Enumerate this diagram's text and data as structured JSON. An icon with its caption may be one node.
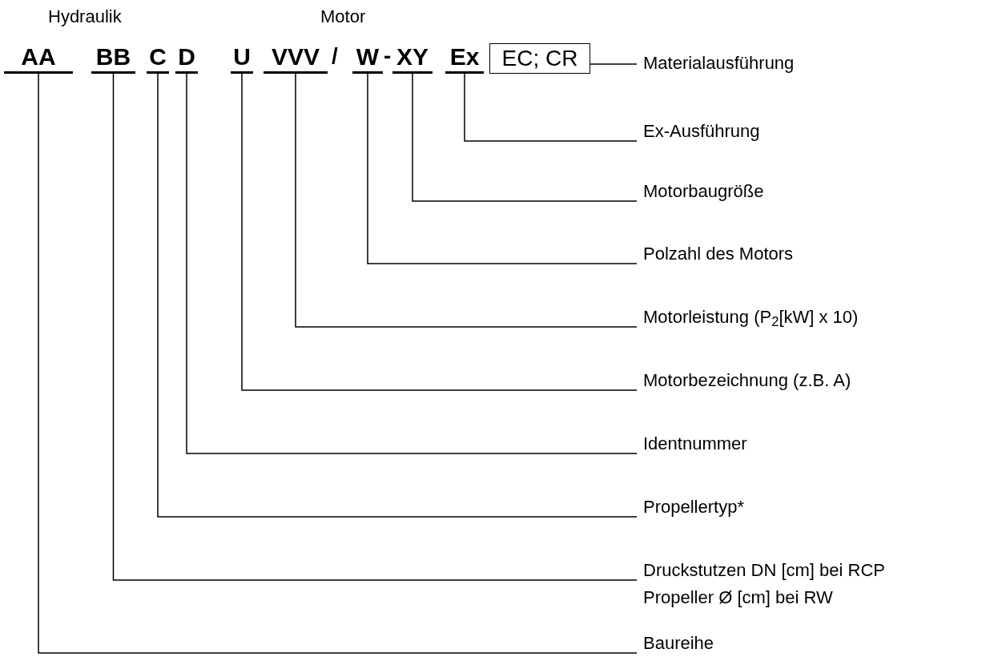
{
  "diagram": {
    "nodes": [
      {
        "text": [
          "AA"
        ]
      },
      {
        "text": [
          "BB"
        ]
      },
      {
        "text": [
          "C"
        ]
      },
      {
        "text": [
          "D"
        ]
      },
      {
        "text": [
          "U"
        ]
      },
      {
        "text": [
          "VVV"
        ]
      },
      {
        "text": [
          "W"
        ]
      },
      {
        "text": [
          "XY"
        ]
      },
      {
        "text": [
          "Ex"
        ]
      },
      {
        "text": [
          "EC; CR"
        ]
      },
      {
        "text": [
          "Materialausführung"
        ]
      },
      {
        "text": [
          "Ex-Ausführung"
        ]
      },
      {
        "text": [
          "Motorbaugröße"
        ]
      },
      {
        "text": [
          "Polzahl des Motors"
        ]
      },
      {
        "text": [
          "Motorleistung (P$_{2}$[kW] x 10)"
        ]
      },
      {
        "text": [
          "Motorbezeichnung (z.B. A)"
        ]
      },
      {
        "text": [
          "Identnummer"
        ]
      },
      {
        "text": [
          "Propellertyp*"
        ]
      },
      {
        "text": [
          "Druckstutzen DN [cm] bei RCP",
          "Propeller Ø [cm] bei RW"
        ]
      },
      {
        "text": [
          "Baureihe"
        ]
      }
    ],
    "edges": [
      {
        "from": 9,
        "to": 10,
        "arrow": "none"
      },
      {
        "from": 8,
        "to": 11,
        "arrow": "none"
      },
      {
        "from": 7,
        "to": 12,
        "arrow": "none"
      },
      {
        "from": 6,
        "to": 13,
        "arrow": "none"
      },
      {
        "from": 5,
        "to": 14,
        "arrow": "none"
      },
      {
        "from": 4,
        "to": 15,
        "arrow": "none"
      },
      {
        "from": 3,
        "to": 16,
        "arrow": "none"
      },
      {
        "from": 2,
        "to": 17,
        "arrow": "none"
      },
      {
        "from": 1,
        "to": 18,
        "arrow": "none"
      },
      {
        "from": 0,
        "to": 19,
        "arrow": "none"
      }
    ],
    "labels": [
      "Hydraulik",
      "Motor",
      "/",
      "-"
    ]
  }
}
